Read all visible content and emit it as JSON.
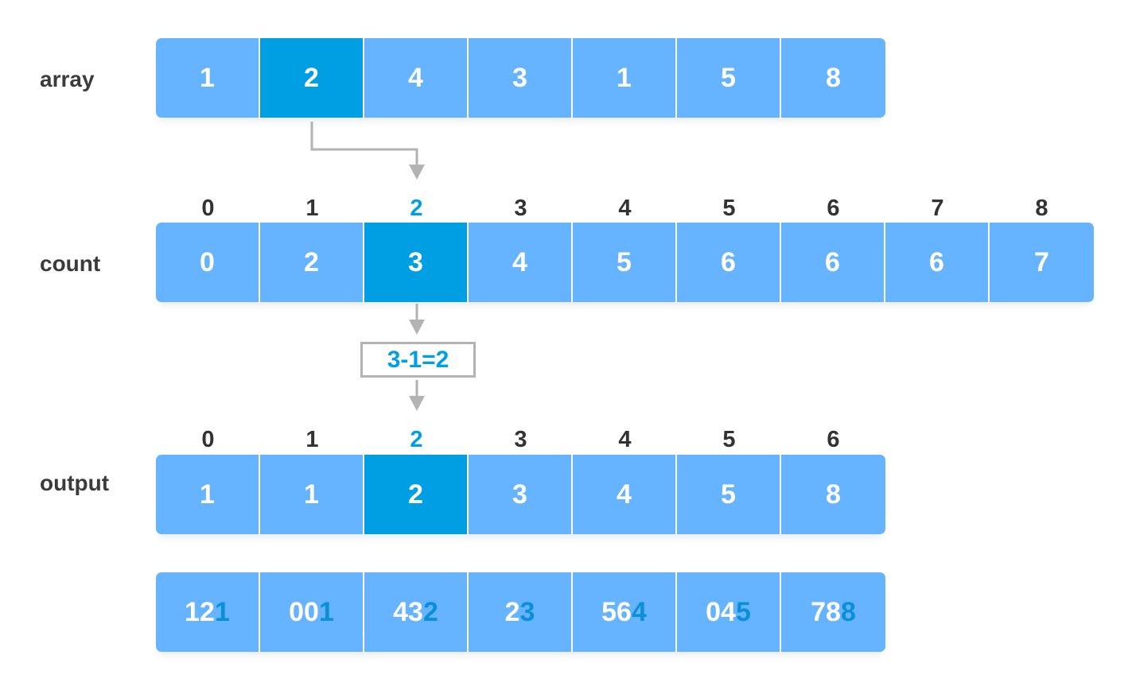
{
  "labels": {
    "array": "array",
    "count": "count",
    "output": "output"
  },
  "array": [
    "1",
    "2",
    "4",
    "3",
    "1",
    "5",
    "8"
  ],
  "count_indices": [
    "0",
    "1",
    "2",
    "3",
    "4",
    "5",
    "6",
    "7",
    "8"
  ],
  "count": [
    "0",
    "2",
    "3",
    "4",
    "5",
    "6",
    "6",
    "6",
    "7"
  ],
  "calculation": "3-1=2",
  "output_indices": [
    "0",
    "1",
    "2",
    "3",
    "4",
    "5",
    "6"
  ],
  "output": [
    "1",
    "1",
    "2",
    "3",
    "4",
    "5",
    "8"
  ],
  "full_numbers": [
    {
      "prefix": "12",
      "digit": "1"
    },
    {
      "prefix": "00",
      "digit": "1"
    },
    {
      "prefix": "43",
      "digit": "2"
    },
    {
      "prefix": "2",
      "digit": "3"
    },
    {
      "prefix": "56",
      "digit": "4"
    },
    {
      "prefix": "04",
      "digit": "5"
    },
    {
      "prefix": "78",
      "digit": "8"
    }
  ],
  "highlight": {
    "array_index": 1,
    "count_index": 2,
    "output_index": 2
  },
  "colors": {
    "cell": "#66b3ff",
    "highlight": "#009fe3",
    "text_dark": "#333333",
    "arrow": "#b3b3b3"
  }
}
